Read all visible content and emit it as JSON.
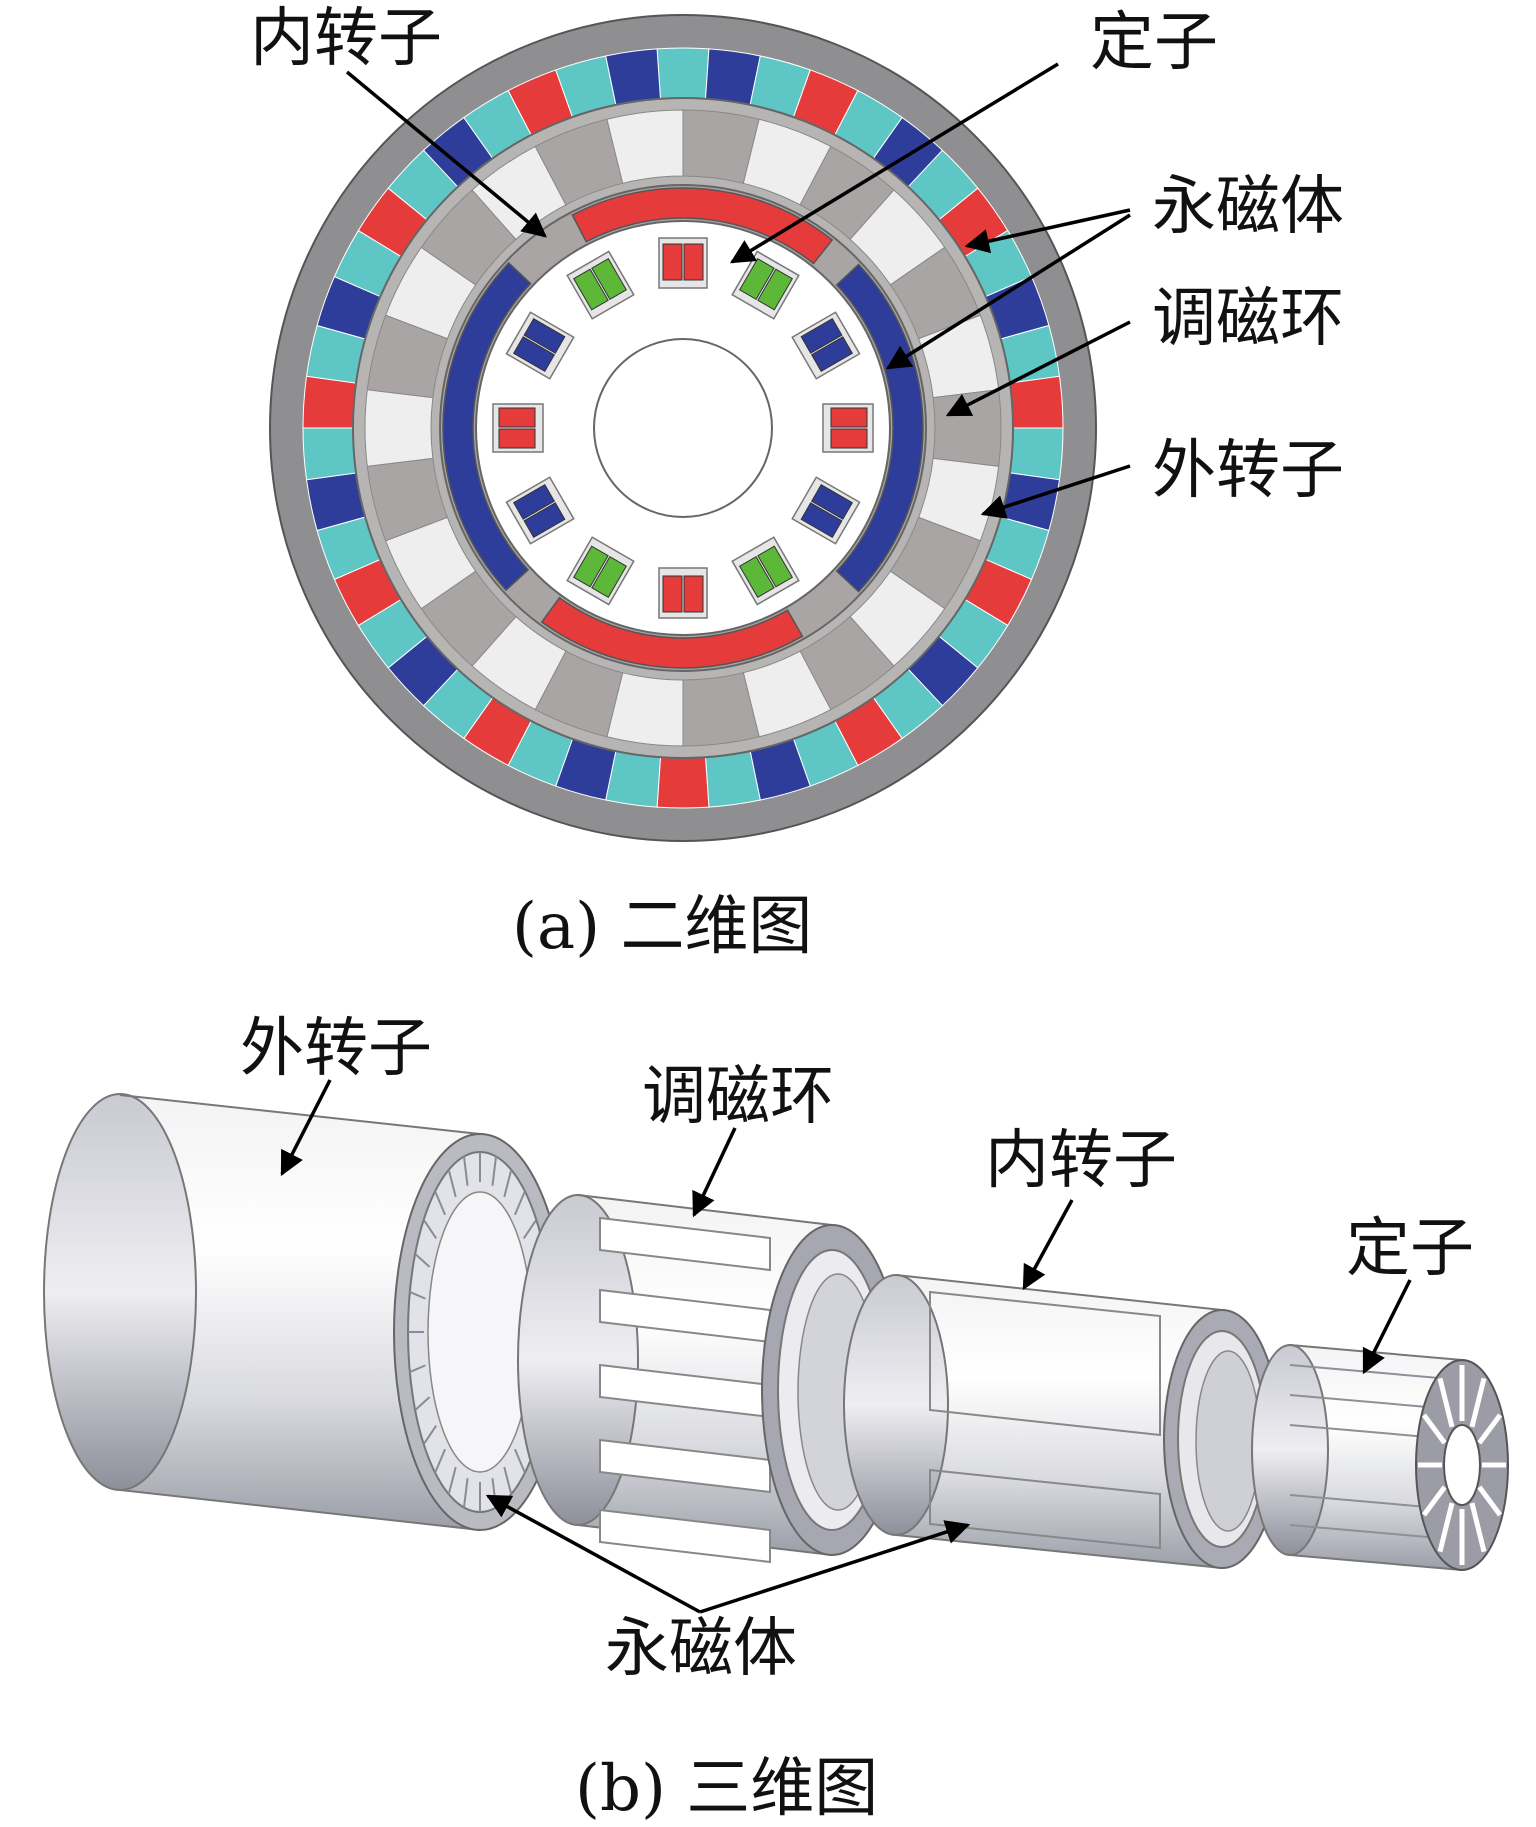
{
  "colors": {
    "red": "#e63b3b",
    "blue": "#2f3d9a",
    "cyan": "#5ec6c4",
    "green": "#5db83a",
    "grey": "#a9a5a5",
    "light": "#efeeee",
    "frame": "#8f8f91"
  },
  "panel_a": {
    "caption": "(a)  二维图",
    "labels": {
      "inner_rotor": "内转子",
      "stator": "定子",
      "permanent_magnet": "永磁体",
      "modulating_ring": "调磁环",
      "outer_rotor": "外转子"
    }
  },
  "panel_b": {
    "caption": "(b)  三维图",
    "labels": {
      "outer_rotor": "外转子",
      "modulating_ring": "调磁环",
      "inner_rotor": "内转子",
      "stator": "定子",
      "permanent_magnet": "永磁体"
    }
  }
}
